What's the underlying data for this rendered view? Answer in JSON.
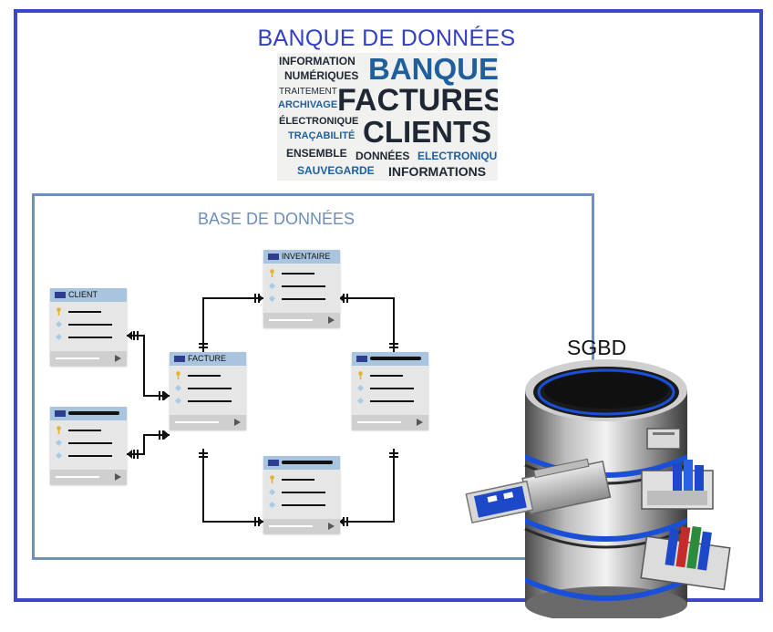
{
  "title": "BANQUE DE DONNÉES",
  "word_cloud": {
    "words": [
      "INFORMATION",
      "NUMÉRIQUES",
      "BANQUE",
      "TRAITEMENT",
      "ARCHIVAGE",
      "FACTURES",
      "ÉLECTRONIQUE",
      "TRAÇABILITÉ",
      "CLIENTS",
      "ENSEMBLE",
      "DONNÉES",
      "ELECTRONIQU",
      "SAUVEGARDE",
      "INFORMATIONS"
    ]
  },
  "database_section": {
    "title": "BASE DE DONNÉES",
    "tables": {
      "client": "CLIENT",
      "facture": "FACTURE",
      "inventaire": "INVENTAIRE"
    }
  },
  "sgbd_label": "SGBD",
  "colors": {
    "frame": "#3b46c8",
    "inner_frame": "#6f8fbf",
    "table_header": "#a9c4de",
    "cylinder_band": "#1a4fd8"
  }
}
